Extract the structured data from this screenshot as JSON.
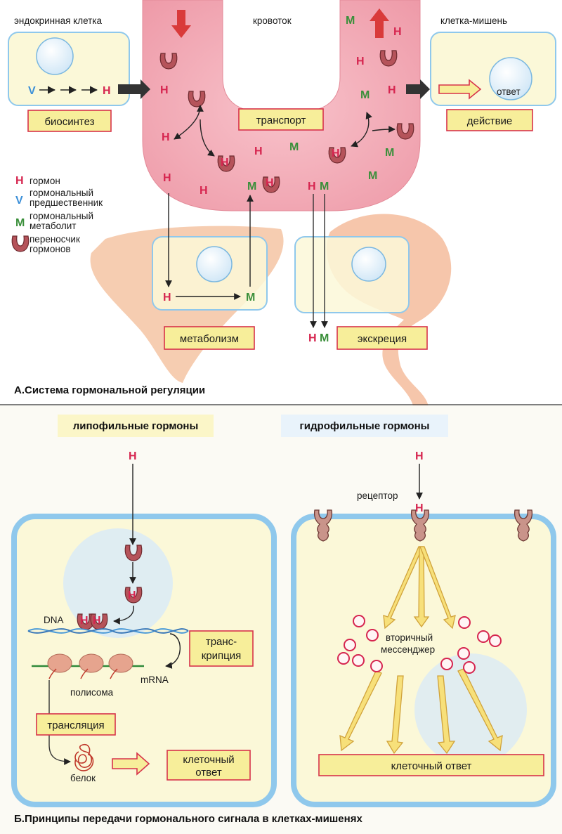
{
  "colors": {
    "hormone": "#d6254f",
    "metabolite": "#3a8f3a",
    "precursor": "#3b8fd8",
    "blood": "#f2a9b4",
    "cell_fill": "#fbf8d8",
    "cell_border": "#8fc8ec",
    "label_box": "#f7ee9a",
    "label_border": "#d7324a",
    "organ": "#f5c8a8"
  },
  "icons": {
    "hormone_letter": "H",
    "metabolite_letter": "M",
    "precursor_letter": "V",
    "carrier": "carrier-icon"
  },
  "section_a": {
    "endocrine_cell": "эндокринная клетка",
    "bloodstream": "кровоток",
    "target_cell": "клетка-мишень",
    "response": "ответ",
    "biosynthesis": "биосинтез",
    "transport": "транспорт",
    "action": "действие",
    "metabolism": "метаболизм",
    "excretion": "экскреция",
    "legend": {
      "hormone": "гормон",
      "precursor_1": "гормональный",
      "precursor_2": "предшественник",
      "metabolite_1": "гормональный",
      "metabolite_2": "метаболит",
      "carrier_1": "переносчик",
      "carrier_2": "гормонов"
    },
    "caption": "А.Система гормональной регуляции"
  },
  "section_b": {
    "lipophilic": "липофильные гормоны",
    "hydrophilic": "гидрофильные гормоны",
    "receptor": "рецептор",
    "dna": "DNA",
    "mrna": "mRNA",
    "transcription_1": "транс-",
    "transcription_2": "крипция",
    "polysome": "полисома",
    "translation": "трансляция",
    "protein": "белок",
    "cell_response_1": "клеточный",
    "cell_response_2": "ответ",
    "second_messenger_1": "вторичный",
    "second_messenger_2": "мессенджер",
    "cell_response_wide": "клеточный ответ",
    "caption": "Б.Принципы передачи гормонального сигнала в клетках-мишенях"
  }
}
